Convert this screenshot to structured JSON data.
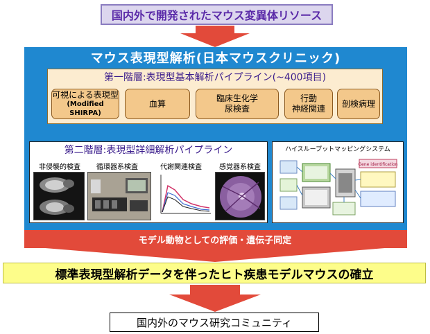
{
  "top_box": {
    "label": "国内外で開発されたマウス変異体リソース"
  },
  "panel": {
    "title": "マウス表現型解析(日本マウスクリニック)"
  },
  "tier1": {
    "title": "第一階層:表現型基本解析パイプライン(~400項目)",
    "categories": [
      {
        "label": "可視による表現型",
        "sub": "(Modified SHIRPA)"
      },
      {
        "label": "血算",
        "sub": ""
      },
      {
        "label": "臨床生化学",
        "sub": "尿検査"
      },
      {
        "label": "行動",
        "sub": "神経関連"
      },
      {
        "label": "剖検病理",
        "sub": ""
      }
    ]
  },
  "tier2": {
    "title": "第二階層:表現型詳細解析パイプライン",
    "sublabels": [
      "非侵襲的検査",
      "循環器系検査",
      "代謝関連検査",
      "感覚器系検査"
    ]
  },
  "hts": {
    "title": "ハイスループットマッピングシステム",
    "badge": "Gene identification"
  },
  "banner": {
    "label": "モデル動物としての評価・遺伝子同定"
  },
  "result": {
    "label": "標準表現型解析データを伴ったヒト疾患モデルマウスの確立"
  },
  "bottom_box": {
    "label": "国内外のマウス研究コミュニティ"
  },
  "colors": {
    "arrow": "#e24a3a",
    "panel_blue": "#1f88d0",
    "category_fill": "#f3c88b",
    "tier_fill": "#fcecd0",
    "result_fill": "#fdfd8a",
    "title_purple": "#5a2aa8"
  }
}
